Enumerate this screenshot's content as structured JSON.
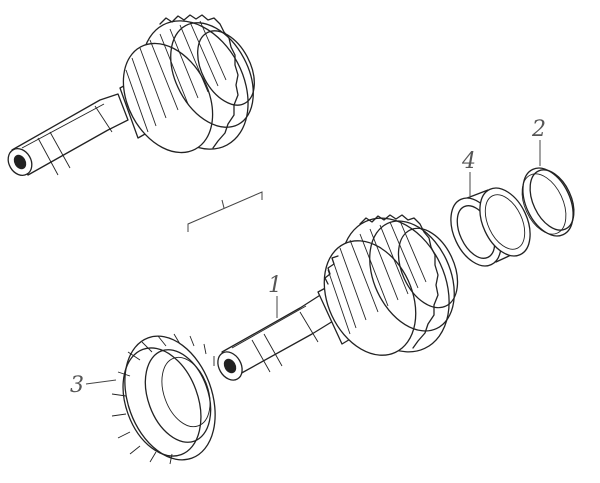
{
  "callouts": [
    {
      "id": "1",
      "label": "1"
    },
    {
      "id": "2",
      "label": "2"
    },
    {
      "id": "3",
      "label": "3"
    },
    {
      "id": "4",
      "label": "4"
    }
  ],
  "colors": {
    "ink": "#222222",
    "label": "#555555",
    "background": "#ffffff"
  }
}
